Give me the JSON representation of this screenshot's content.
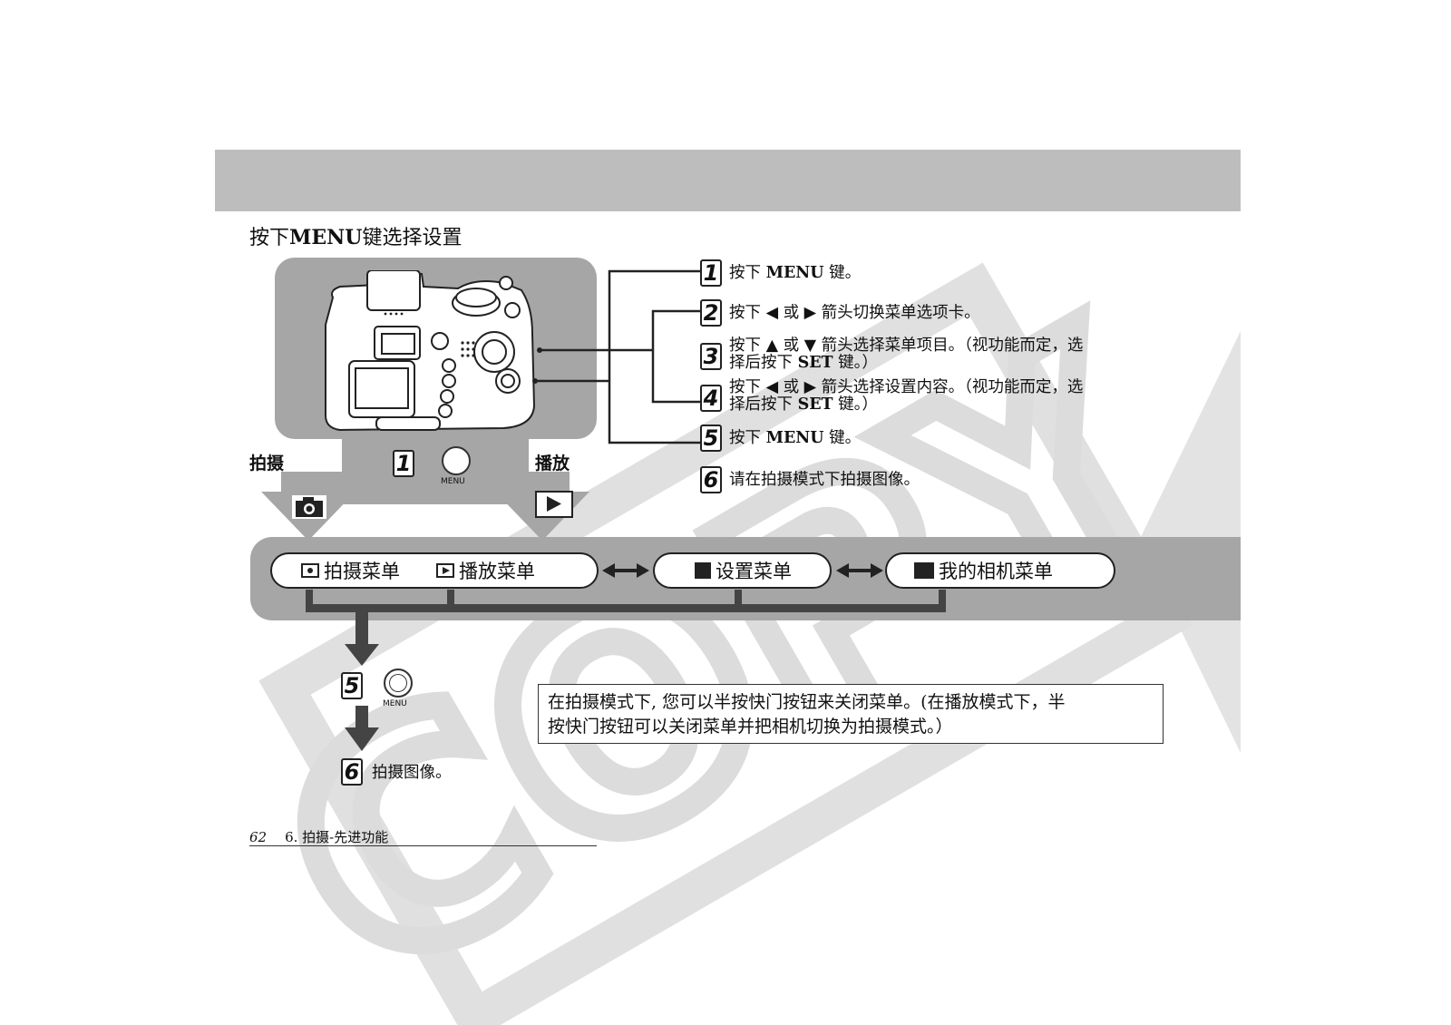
{
  "header": {
    "band_color": "#bdbdbd"
  },
  "section_title": {
    "prefix": "按下",
    "key": "MENU",
    "suffix": "键选择设置"
  },
  "steps": [
    {
      "num": "1",
      "text_a": "按下 ",
      "key": "MENU",
      "text_b": " 键。"
    },
    {
      "num": "2",
      "text": "按下 ◀ 或 ▶ 箭头切换菜单选项卡。"
    },
    {
      "num": "3",
      "line1": "按下 ▲ 或 ▼ 箭头选择菜单项目。（视功能而定，选",
      "line2_a": "择后按下 ",
      "key": "SET",
      "line2_b": " 键。）"
    },
    {
      "num": "4",
      "line1": "按下 ◀ 或 ▶ 箭头选择设置内容。（视功能而定，选",
      "line2_a": "择后按下 ",
      "key": "SET",
      "line2_b": " 键。）"
    },
    {
      "num": "5",
      "text_a": "按下 ",
      "key": "MENU",
      "text_b": " 键。"
    },
    {
      "num": "6",
      "text": " 请在拍摄模式下拍摄图像。"
    }
  ],
  "diagram": {
    "mode_shooting": "拍摄",
    "mode_playback": "播放",
    "menu_button_label": "MENU",
    "step1": "1",
    "step5": "5",
    "step6": "6",
    "step6_text": "拍摄图像。",
    "menus": {
      "shooting": "拍摄菜单",
      "playback": "播放菜单",
      "setup": "设置菜单",
      "mycamera": "我的相机菜单"
    }
  },
  "note": {
    "line1": "在拍摄模式下, 您可以半按快门按钮来关闭菜单。(在播放模式下，半",
    "line2": "按快门按钮可以关闭菜单并把相机切换为拍摄模式。）"
  },
  "footer": {
    "page": "62",
    "chapter": "6.  拍摄-先进功能"
  },
  "watermark": "COPY"
}
